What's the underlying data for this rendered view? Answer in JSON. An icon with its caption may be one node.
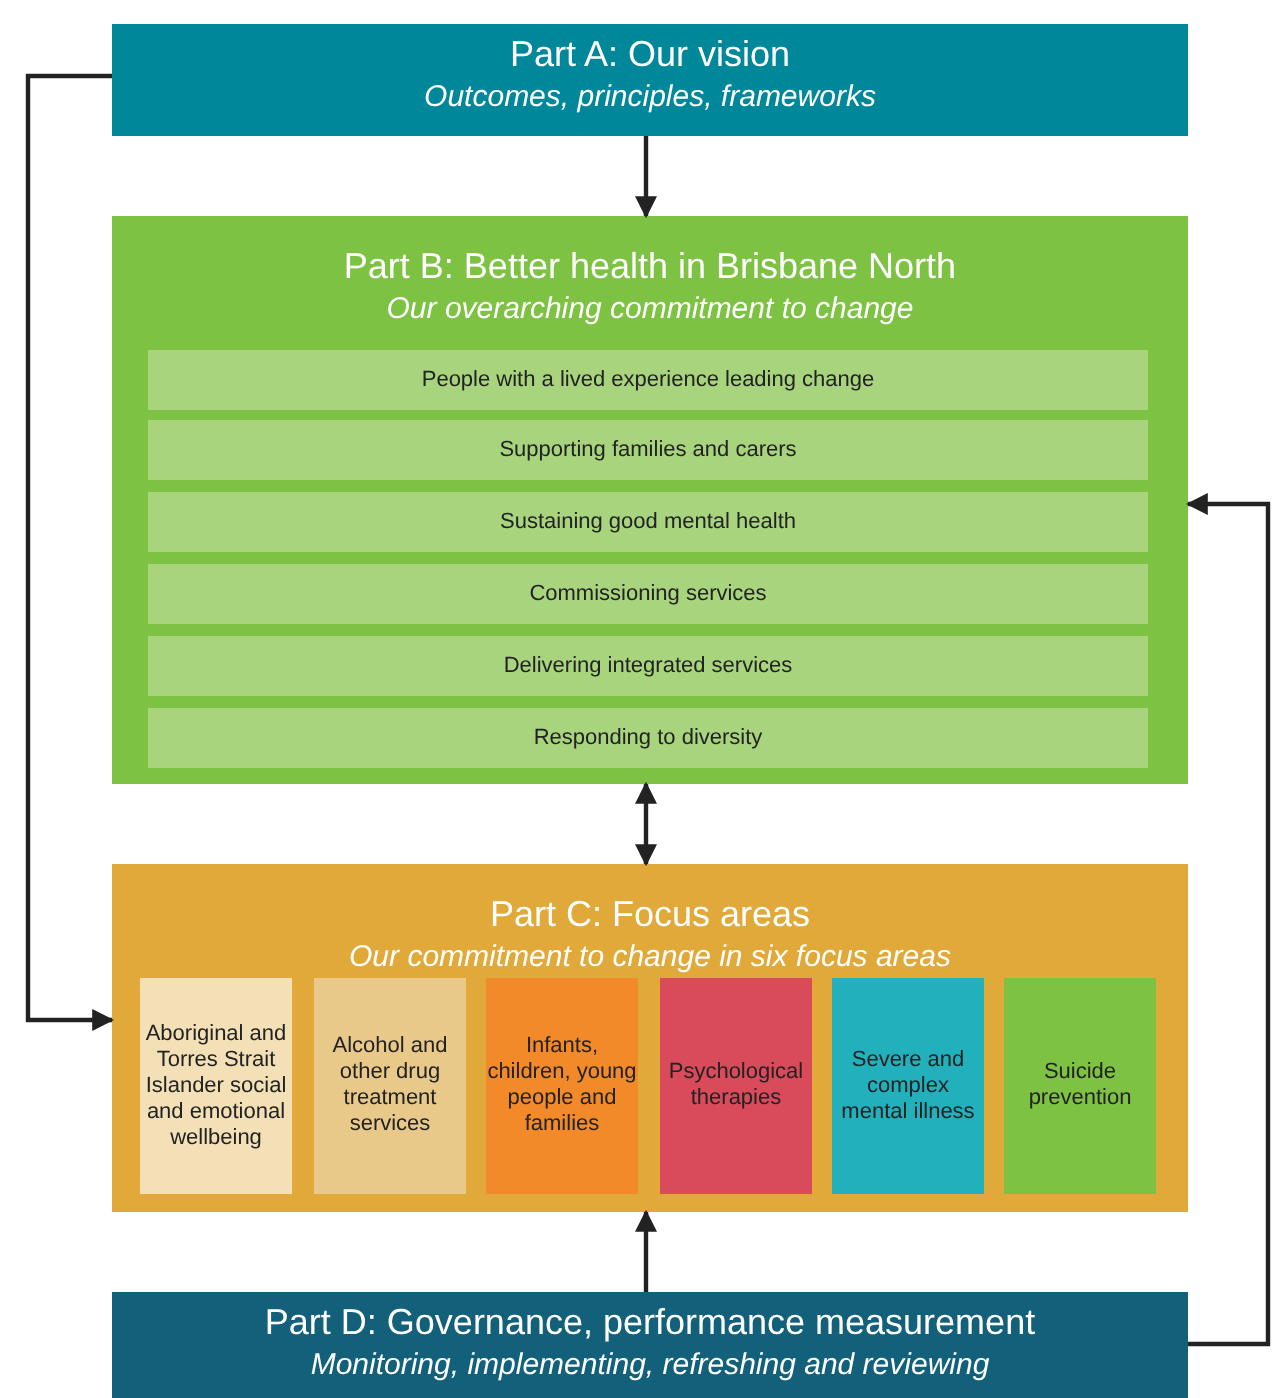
{
  "diagram": {
    "nodes": [
      {
        "text": [
          "Part A: Our vision",
          "Outcomes, principles, frameworks"
        ]
      },
      {
        "text": [
          "Part B: Better health in Brisbane North",
          "Our overarching commitment to change"
        ]
      },
      {
        "text": [
          "People with a lived experience leading change"
        ],
        "in": 1
      },
      {
        "text": [
          "Supporting families and carers"
        ],
        "in": 1
      },
      {
        "text": [
          "Sustaining good mental health"
        ],
        "in": 1
      },
      {
        "text": [
          "Commissioning services"
        ],
        "in": 1
      },
      {
        "text": [
          "Delivering integrated services"
        ],
        "in": 1
      },
      {
        "text": [
          "Responding to diversity"
        ],
        "in": 1
      },
      {
        "text": [
          "Part C: Focus areas",
          "Our commitment to change in six focus areas"
        ]
      },
      {
        "text": [
          "Aboriginal and Torres Strait Islander social and emotional wellbeing"
        ],
        "in": 8
      },
      {
        "text": [
          "Alcohol and other drug treatment services"
        ],
        "in": 8
      },
      {
        "text": [
          "Infants, children, young people and families"
        ],
        "in": 8
      },
      {
        "text": [
          "Psychological therapies"
        ],
        "in": 8
      },
      {
        "text": [
          "Severe and complex mental illness"
        ],
        "in": 8
      },
      {
        "text": [
          "Suicide prevention"
        ],
        "in": 8
      },
      {
        "text": [
          "Part D: Governance, performance measurement",
          "Monitoring, implementing, refreshing and reviewing"
        ]
      }
    ],
    "edges": [
      {
        "from": 0,
        "to": 1,
        "arrow": "to"
      },
      {
        "from": 1,
        "to": 8,
        "arrow": "both"
      },
      {
        "from": 0,
        "to": 8,
        "arrow": "to"
      },
      {
        "from": 15,
        "to": 8,
        "arrow": "to"
      },
      {
        "from": 15,
        "to": 1,
        "arrow": "to"
      }
    ]
  }
}
